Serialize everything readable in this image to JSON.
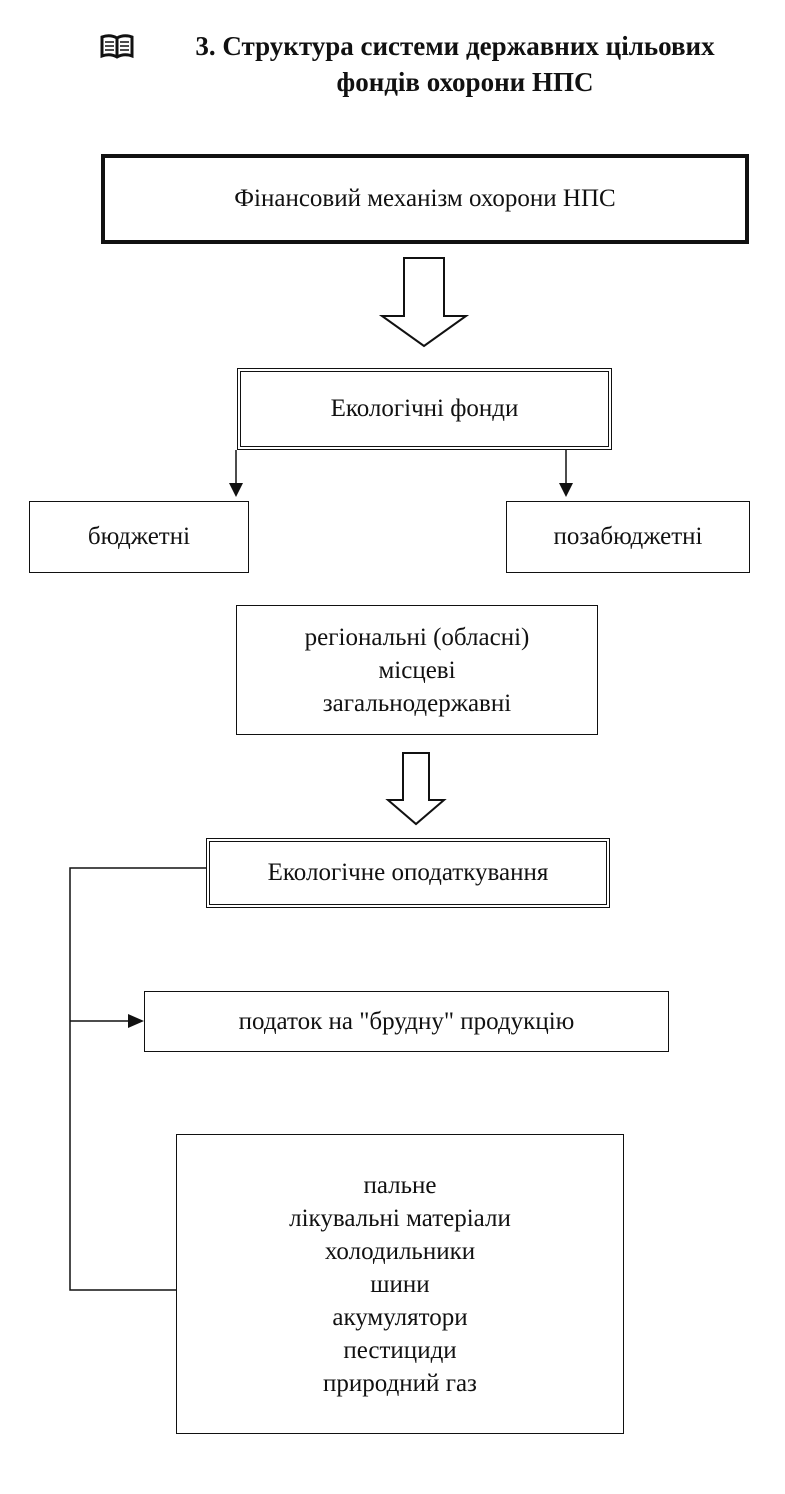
{
  "title": {
    "line1": "3. Структура системи державних цільових",
    "line2": "фондів охорони НПС"
  },
  "boxes": {
    "mechanism": "Фінансовий механізм охорони НПС",
    "eco_funds": "Екологічні фонди",
    "budget": "бюджетні",
    "extra_budget": "позабюджетні",
    "levels": [
      "регіональні (обласні)",
      "місцеві",
      "загальнодержавні"
    ],
    "eco_tax": "Екологічне оподаткування",
    "dirty_tax": "податок на \"брудну\" продукцію",
    "products": [
      "пальне",
      "лікувальні матеріали",
      "холодильники",
      "шини",
      "акумулятори",
      "пестициди",
      "природний газ"
    ]
  },
  "icons": {
    "title_icon": "open-book-icon"
  }
}
